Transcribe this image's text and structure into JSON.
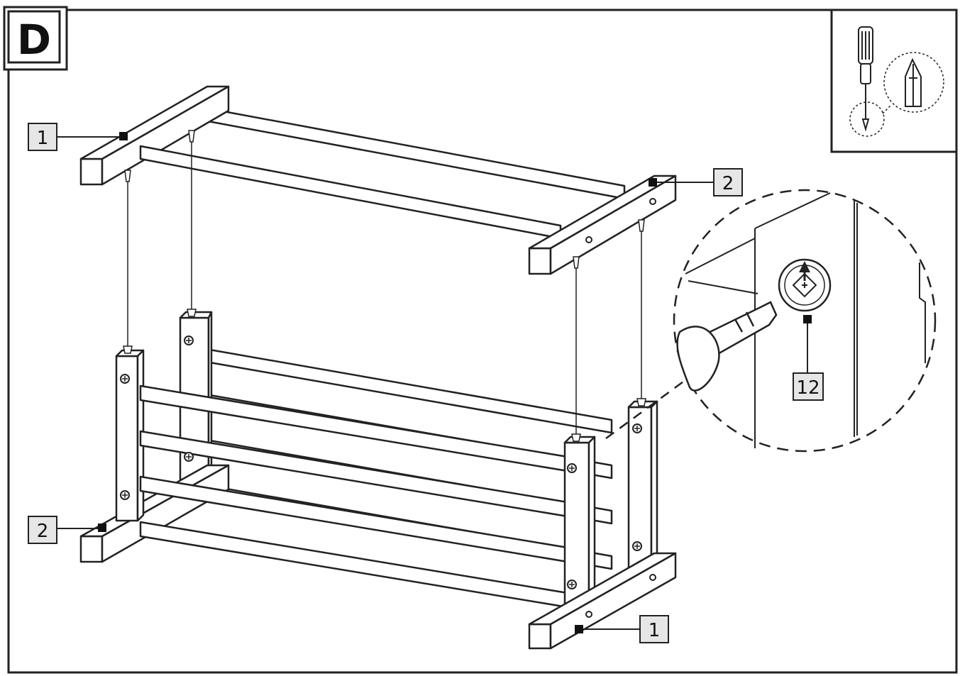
{
  "step": {
    "letter": "D"
  },
  "callouts": {
    "top_left": "1",
    "top_right": "2",
    "bottom_left": "2",
    "bottom_right": "1",
    "detail": "12"
  },
  "colors": {
    "line": "#222222",
    "label_fill": "#e6e6e6",
    "paper": "#ffffff"
  },
  "icons": [
    "screwdriver-icon",
    "phillips-bit-icon",
    "screw-head-icon",
    "rotation-arrow-icon"
  ]
}
